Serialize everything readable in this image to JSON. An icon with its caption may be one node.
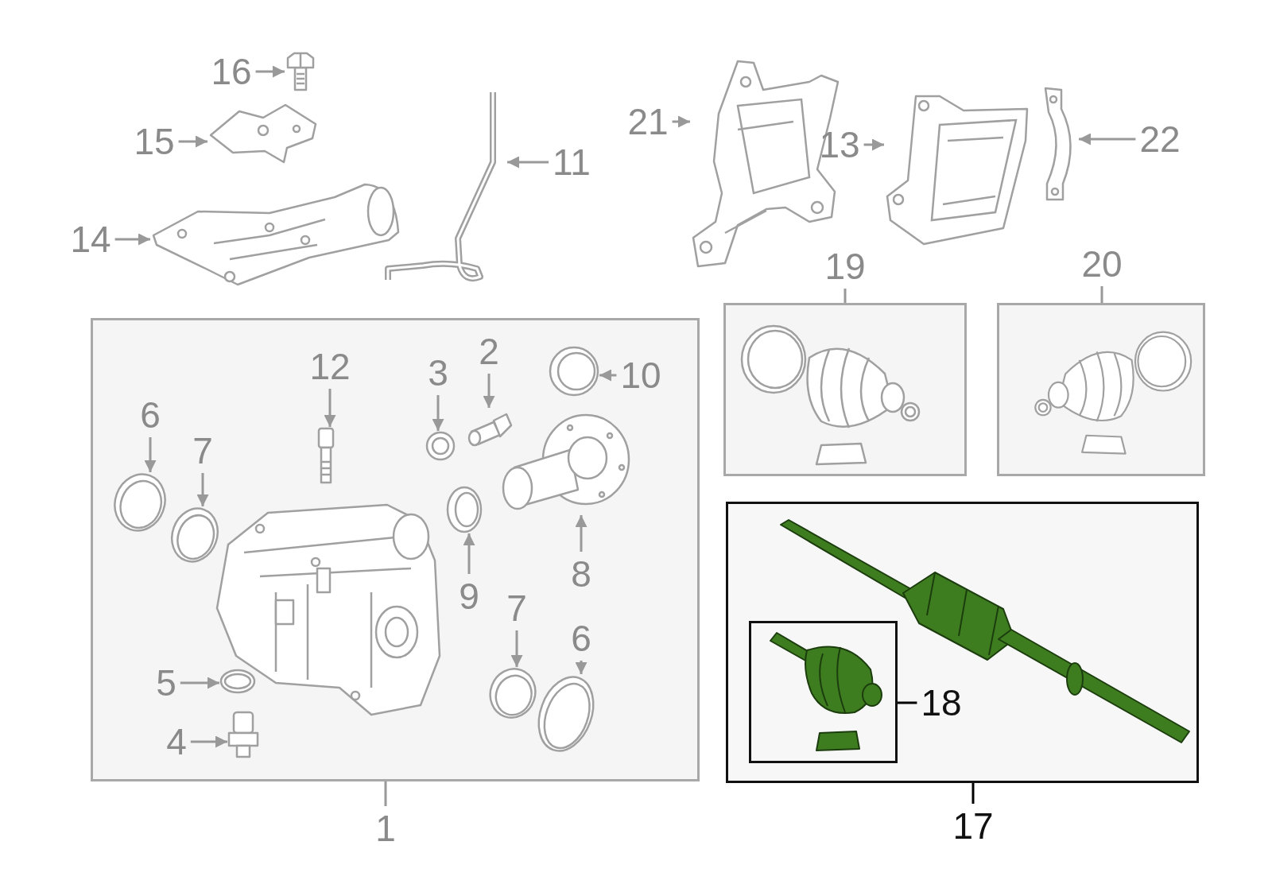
{
  "diagram": {
    "nodes": [
      {
        "text": [
          "16"
        ]
      },
      {
        "text": [],
        "shape": "picture"
      },
      {
        "text": [
          "15"
        ]
      },
      {
        "text": [],
        "shape": "picture"
      },
      {
        "text": [
          "14"
        ]
      },
      {
        "text": [],
        "shape": "picture"
      },
      {
        "text": [
          "11"
        ]
      },
      {
        "text": [],
        "shape": "picture"
      },
      {
        "text": [
          "21"
        ]
      },
      {
        "text": [],
        "shape": "picture"
      },
      {
        "text": [
          "13"
        ]
      },
      {
        "text": [],
        "shape": "picture"
      },
      {
        "text": [
          "22"
        ]
      },
      {
        "text": [],
        "shape": "picture"
      },
      {
        "text": [
          "19"
        ]
      },
      {
        "text": [],
        "shape": "box"
      },
      {
        "text": [
          "20"
        ]
      },
      {
        "text": [],
        "shape": "box"
      },
      {
        "text": [],
        "shape": "box"
      },
      {
        "text": [
          "12"
        ],
        "in": 18
      },
      {
        "text": [],
        "shape": "picture",
        "in": 18
      },
      {
        "text": [
          "3"
        ],
        "in": 18
      },
      {
        "text": [],
        "shape": "picture",
        "in": 18
      },
      {
        "text": [
          "2"
        ],
        "in": 18
      },
      {
        "text": [],
        "shape": "picture",
        "in": 18
      },
      {
        "text": [
          "10"
        ],
        "in": 18
      },
      {
        "text": [],
        "shape": "picture",
        "in": 18
      },
      {
        "text": [
          "6"
        ],
        "in": 18
      },
      {
        "text": [],
        "shape": "picture",
        "in": 18
      },
      {
        "text": [
          "7"
        ],
        "in": 18
      },
      {
        "text": [],
        "shape": "picture",
        "in": 18
      },
      {
        "text": [
          "8"
        ],
        "in": 18
      },
      {
        "text": [],
        "shape": "picture",
        "in": 18
      },
      {
        "text": [
          "9"
        ],
        "in": 18
      },
      {
        "text": [],
        "shape": "picture",
        "in": 18
      },
      {
        "text": [
          "7"
        ],
        "in": 18
      },
      {
        "text": [],
        "shape": "picture",
        "in": 18
      },
      {
        "text": [
          "6"
        ],
        "in": 18
      },
      {
        "text": [],
        "shape": "picture",
        "in": 18
      },
      {
        "text": [
          "5"
        ],
        "in": 18
      },
      {
        "text": [],
        "shape": "picture",
        "in": 18
      },
      {
        "text": [
          "4"
        ],
        "in": 18
      },
      {
        "text": [],
        "shape": "picture",
        "in": 18
      },
      {
        "text": [
          "1"
        ]
      },
      {
        "text": [],
        "shape": "box"
      },
      {
        "text": [],
        "shape": "box",
        "in": 44
      },
      {
        "text": [
          "18"
        ],
        "in": 44
      },
      {
        "text": [
          "17"
        ]
      }
    ],
    "edges": [
      {
        "from": 0,
        "to": 1,
        "arrow": "to"
      },
      {
        "from": 2,
        "to": 3,
        "arrow": "to"
      },
      {
        "from": 4,
        "to": 5,
        "arrow": "to"
      },
      {
        "from": 6,
        "to": 7,
        "arrow": "to"
      },
      {
        "from": 8,
        "to": 9,
        "arrow": "to"
      },
      {
        "from": 10,
        "to": 11,
        "arrow": "to"
      },
      {
        "from": 12,
        "to": 13,
        "arrow": "to"
      },
      {
        "from": 14,
        "to": 15,
        "arrow": "none"
      },
      {
        "from": 16,
        "to": 17,
        "arrow": "none"
      },
      {
        "from": 19,
        "to": 20,
        "arrow": "to"
      },
      {
        "from": 21,
        "to": 22,
        "arrow": "to"
      },
      {
        "from": 23,
        "to": 24,
        "arrow": "to"
      },
      {
        "from": 25,
        "to": 26,
        "arrow": "to"
      },
      {
        "from": 27,
        "to": 28,
        "arrow": "to"
      },
      {
        "from": 29,
        "to": 30,
        "arrow": "to"
      },
      {
        "from": 31,
        "to": 32,
        "arrow": "to"
      },
      {
        "from": 33,
        "to": 34,
        "arrow": "to"
      },
      {
        "from": 35,
        "to": 36,
        "arrow": "to"
      },
      {
        "from": 37,
        "to": 38,
        "arrow": "to"
      },
      {
        "from": 39,
        "to": 40,
        "arrow": "to"
      },
      {
        "from": 41,
        "to": 42,
        "arrow": "to"
      },
      {
        "from": 43,
        "to": 18,
        "arrow": "none"
      },
      {
        "from": 46,
        "to": 45,
        "arrow": "none",
        "color": "#000000"
      },
      {
        "from": 47,
        "to": 44,
        "arrow": "none",
        "color": "#000000"
      }
    ]
  }
}
